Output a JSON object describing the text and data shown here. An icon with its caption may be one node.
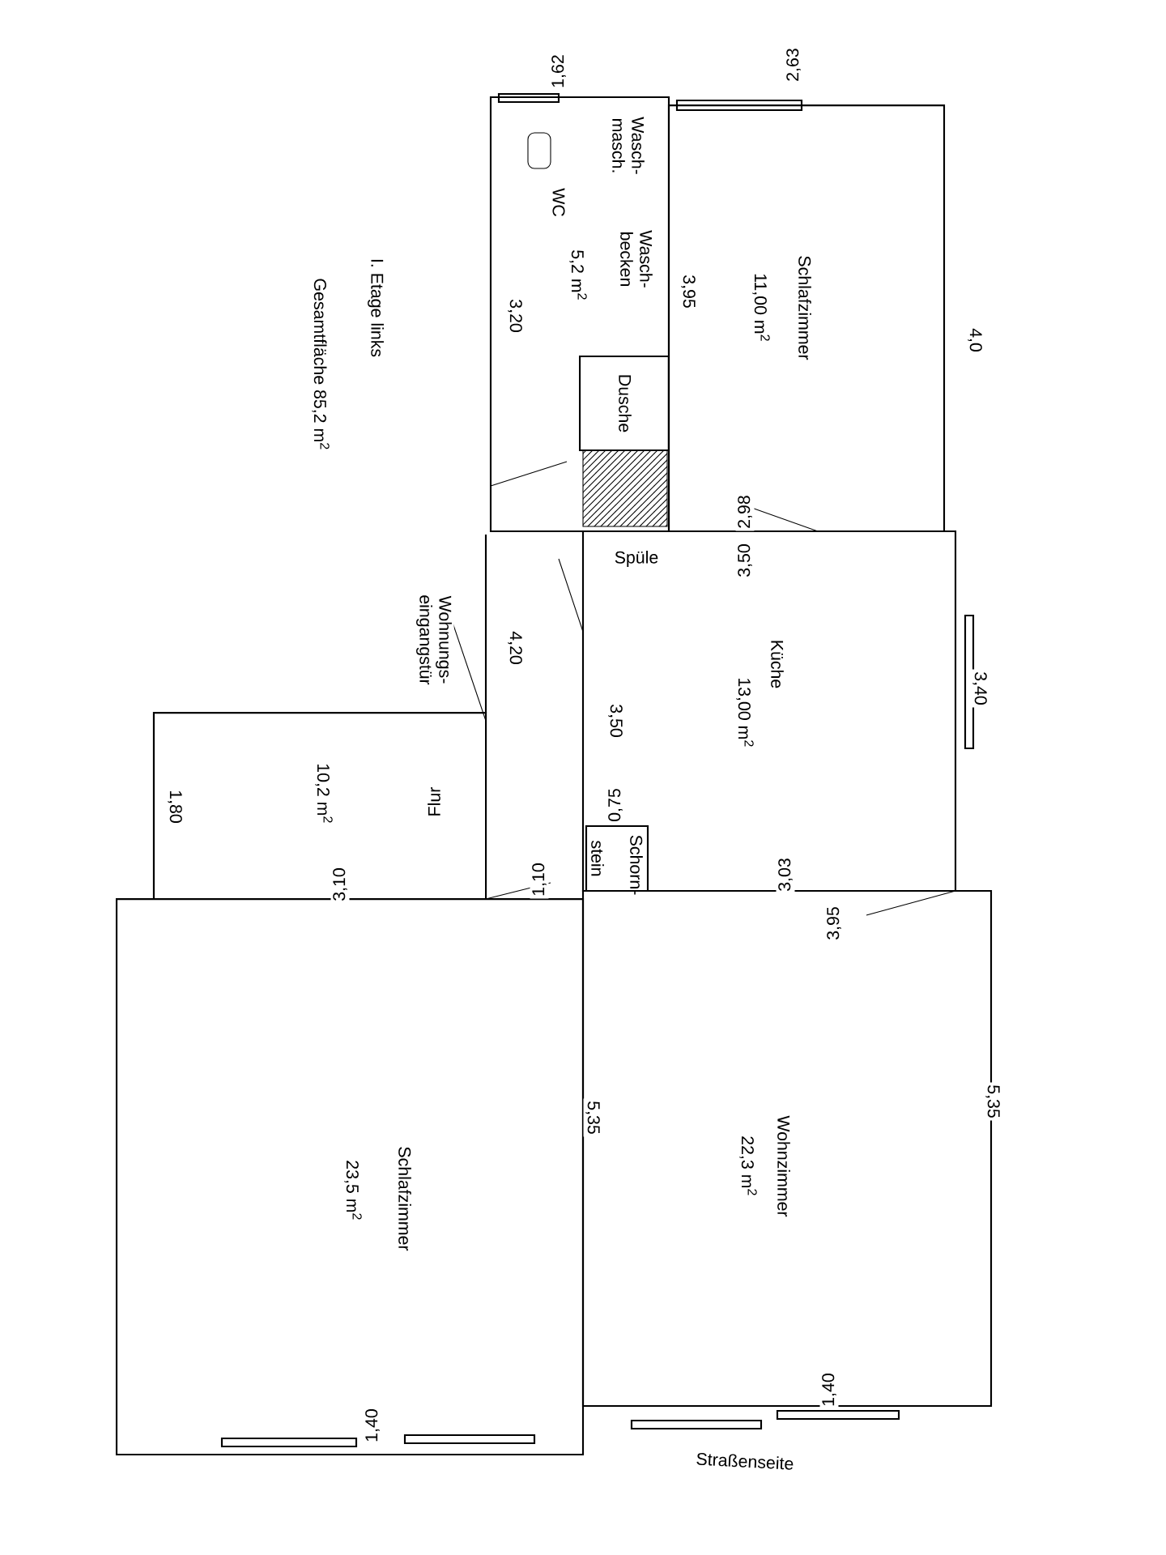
{
  "diagram": {
    "nodes": [
      {
        "text": [
          "Schlafzimmer",
          "11,00 m$^{2}$"
        ]
      },
      {
        "text": [
          "Wasch- masch.",
          "WC",
          "Wasch- becken",
          "5,2 m$^{2}$"
        ]
      },
      {
        "text": [
          "Dusche"
        ],
        "in": 1
      },
      {
        "text": [
          "Küche",
          "13,00 m$^{2}$"
        ]
      },
      {
        "text": [
          "Schorn- stein"
        ],
        "in": 3
      },
      {
        "text": [
          "Flur",
          "10,2 m$^{2}$"
        ]
      },
      {
        "text": [
          "Wohnzimmer",
          "22,3 m$^{2}$"
        ]
      },
      {
        "text": [
          "Schlafzimmer",
          "23,5 m$^{2}$"
        ]
      }
    ],
    "labels": [
      "2,63",
      "1,62",
      "3,95",
      "4,0",
      "3,20",
      "I. Etage links",
      "Gesamtfläche 85,2 m$^{2}$",
      "2,98",
      "Spüle",
      "3,50",
      "Wohnungs- eingangstür",
      "4,20",
      "3,50",
      "3,40",
      "0,75",
      "3,03",
      "1,10",
      "3,10",
      "1,80",
      "3,95",
      "5,35",
      "5,35",
      "1,40",
      "1,40",
      "Straßenseite"
    ]
  }
}
